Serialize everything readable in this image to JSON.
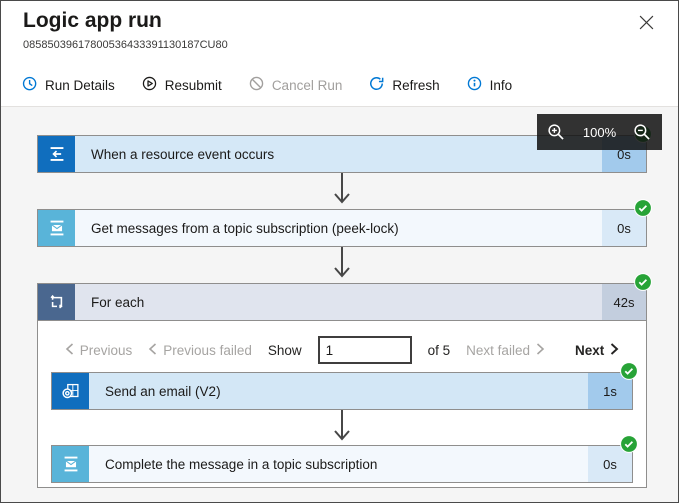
{
  "window": {
    "title": "Logic app run",
    "more_menu": "…",
    "run_id": "08585039617800536433391130187CU80"
  },
  "toolbar": {
    "run_details": "Run Details",
    "resubmit": "Resubmit",
    "cancel_run": "Cancel Run",
    "refresh": "Refresh",
    "info": "Info"
  },
  "zoom_toolbar": {
    "level": "100%"
  },
  "workflow": {
    "trigger": {
      "title": "When a resource event occurs",
      "duration": "0s",
      "status": "succeeded"
    },
    "get_messages": {
      "title": "Get messages from a topic subscription (peek-lock)",
      "duration": "0s",
      "status": "succeeded"
    },
    "for_each": {
      "title": "For each",
      "duration": "42s",
      "status": "succeeded",
      "pagination": {
        "previous": "Previous",
        "previous_failed": "Previous failed",
        "show_label": "Show",
        "current_item": "1",
        "of_total": "of 5",
        "next_failed": "Next failed",
        "next": "Next"
      },
      "send_email": {
        "title": "Send an email (V2)",
        "duration": "1s",
        "status": "succeeded"
      },
      "complete_message": {
        "title": "Complete the message in a topic subscription",
        "duration": "0s",
        "status": "succeeded"
      }
    }
  },
  "colors": {
    "accent": "#0078d4",
    "success": "#27a337",
    "trigger_icon_bg": "#106ebe",
    "service_bus_icon_bg": "#59b4d9",
    "foreach_icon_bg": "#4a678f",
    "outlook_icon_bg": "#106ebe"
  }
}
